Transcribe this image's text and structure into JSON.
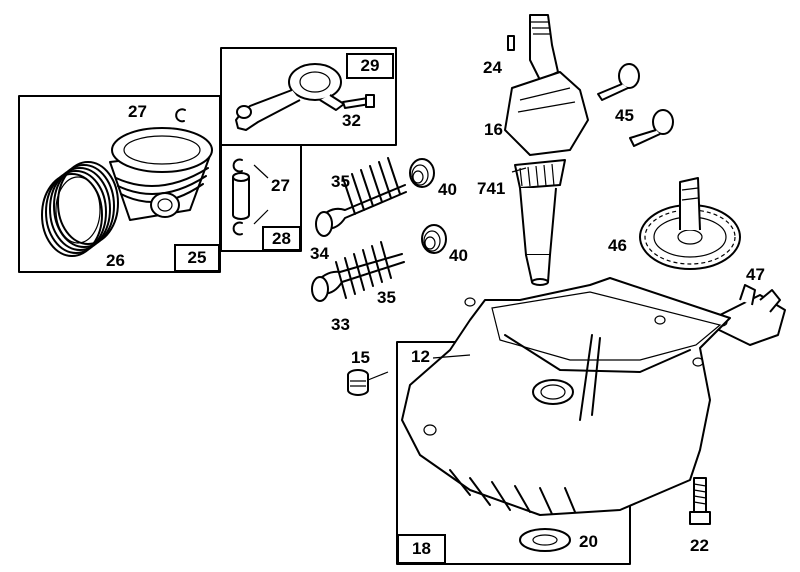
{
  "labels": {
    "p12": "12",
    "p15": "15",
    "p16": "16",
    "p18": "18",
    "p20": "20",
    "p22": "22",
    "p24": "24",
    "p25": "25",
    "p26": "26",
    "p27a": "27",
    "p27b": "27",
    "p28": "28",
    "p29": "29",
    "p32": "32",
    "p33": "33",
    "p34": "34",
    "p35a": "35",
    "p35b": "35",
    "p40a": "40",
    "p40b": "40",
    "p45": "45",
    "p46": "46",
    "p47": "47",
    "p741": "741"
  }
}
